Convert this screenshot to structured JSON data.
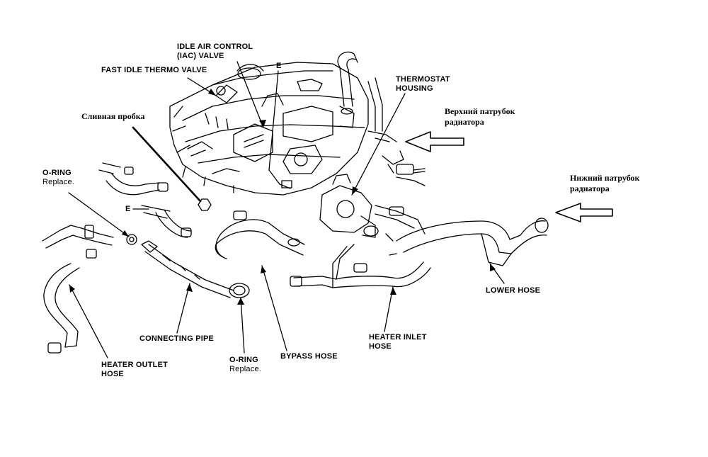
{
  "labels": {
    "iac_valve": [
      "IDLE AIR CONTROL",
      "(IAC) VALVE"
    ],
    "fast_idle": "FAST IDLE THERMO VALVE",
    "e_top": "E",
    "e_left": "E",
    "thermostat_housing": [
      "THERMOSTAT",
      "HOUSING"
    ],
    "drain_plug_ru": "Сливная пробка",
    "upper_hose_ru": [
      "Верхний патрубок",
      "радиатора"
    ],
    "lower_hose_ru": [
      "Нижний патрубок",
      "радиатора"
    ],
    "oring_left": "O-RING",
    "oring_left_note": "Replace.",
    "lower_hose": "LOWER HOSE",
    "connecting_pipe": "CONNECTING PIPE",
    "heater_inlet": [
      "HEATER INLET",
      "HOSE"
    ],
    "oring_bottom": "O-RING",
    "oring_bottom_note": "Replace.",
    "bypass_hose": "BYPASS HOSE",
    "heater_outlet": [
      "HEATER OUTLET",
      "HOSE"
    ]
  }
}
